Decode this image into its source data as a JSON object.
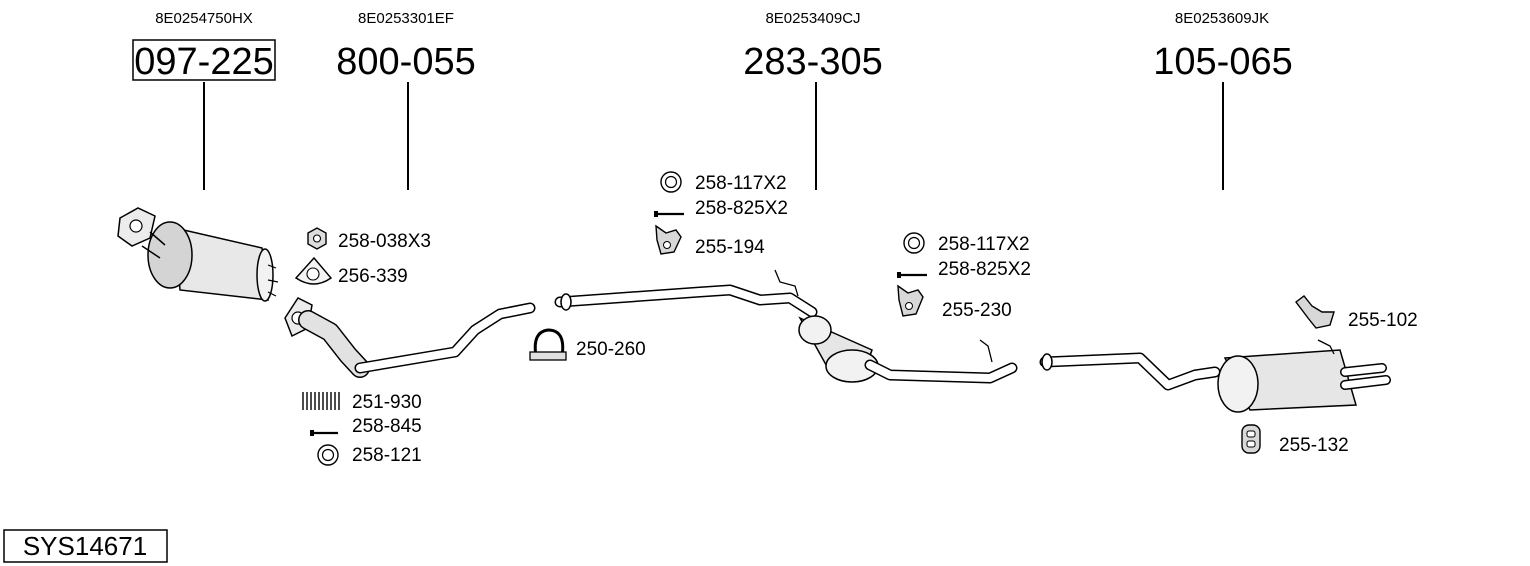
{
  "system_code": "SYS14671",
  "main_parts": [
    {
      "oe": "8E0254750HX",
      "number": "097-225",
      "boxed": true
    },
    {
      "oe": "8E0253301EF",
      "number": "800-055",
      "boxed": false
    },
    {
      "oe": "8E0253409CJ",
      "number": "283-305",
      "boxed": false
    },
    {
      "oe": "8E0253609JK",
      "number": "105-065",
      "boxed": false
    }
  ],
  "accessories": [
    {
      "number": "258-038X3",
      "icon": "nut-icon"
    },
    {
      "number": "256-339",
      "icon": "gasket-icon"
    },
    {
      "number": "251-930",
      "icon": "spring-icon"
    },
    {
      "number": "258-845",
      "icon": "bolt-icon"
    },
    {
      "number": "258-121",
      "icon": "ring-icon"
    },
    {
      "number": "250-260",
      "icon": "clamp-icon"
    },
    {
      "number": "258-117X2",
      "icon": "ring-icon"
    },
    {
      "number": "258-825X2",
      "icon": "bolt-icon"
    },
    {
      "number": "255-194",
      "icon": "rubber-mount-icon"
    },
    {
      "number": "258-117X2",
      "icon": "ring-icon"
    },
    {
      "number": "258-825X2",
      "icon": "bolt-icon"
    },
    {
      "number": "255-230",
      "icon": "rubber-mount-icon"
    },
    {
      "number": "255-102",
      "icon": "bracket-icon"
    },
    {
      "number": "255-132",
      "icon": "rubber-ring-icon"
    }
  ]
}
